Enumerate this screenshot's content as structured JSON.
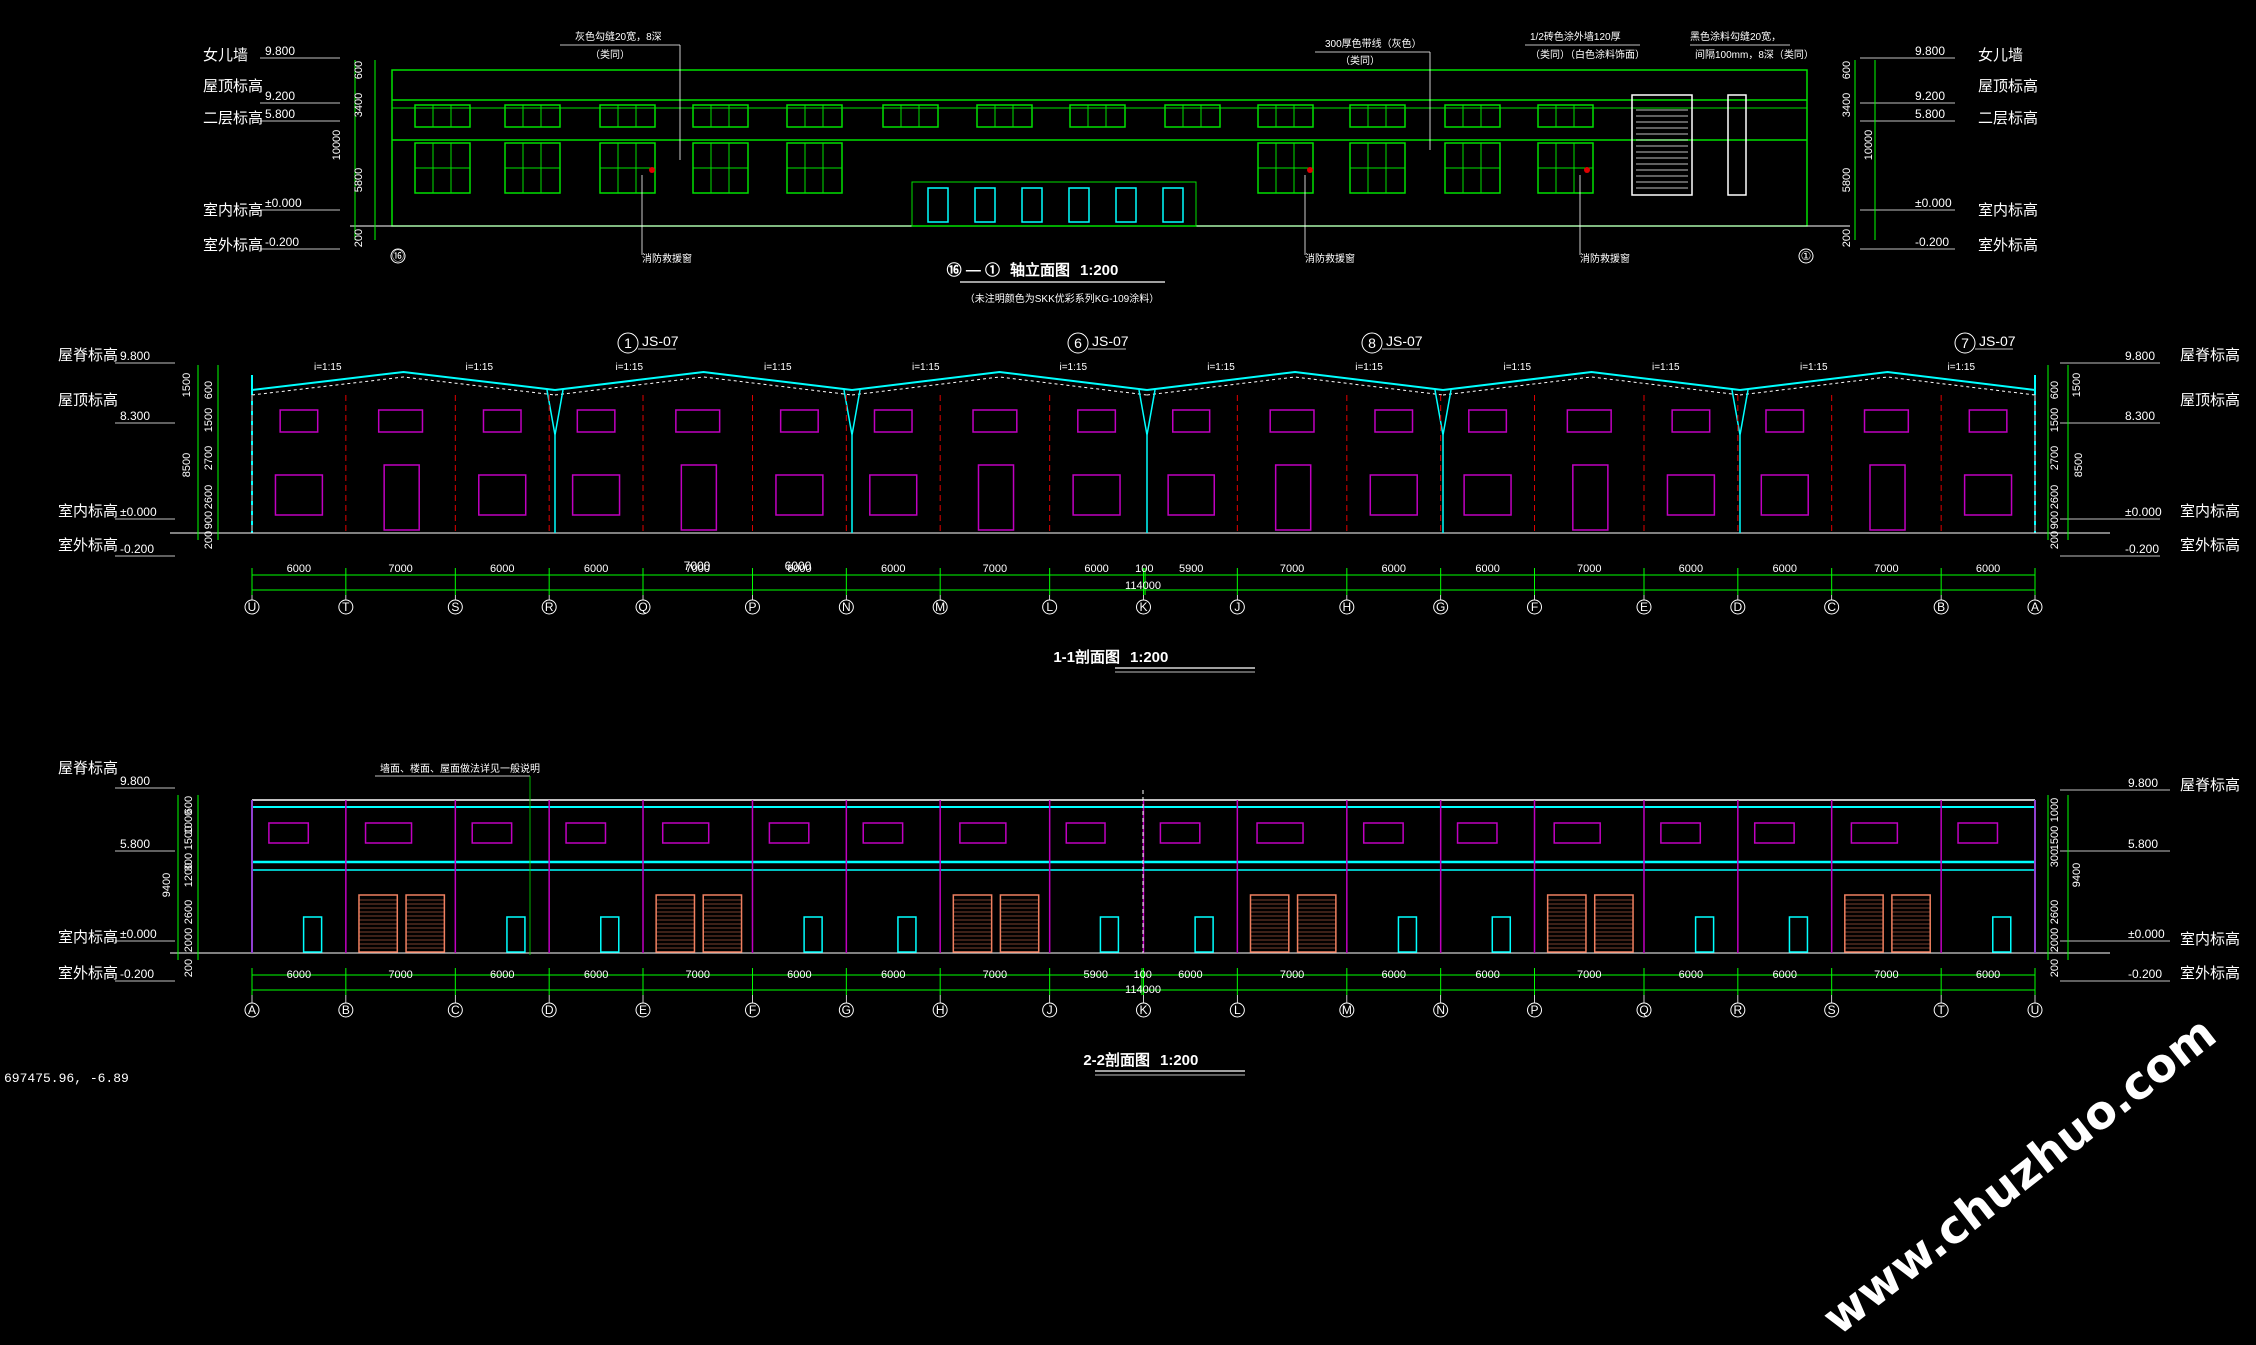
{
  "colors": {
    "background": "#000000",
    "facade": "#00e000",
    "structure": "#00ffff",
    "opening": "#c000c0",
    "axis_line": "#e00000",
    "door": "#f08060",
    "dimension": "#00ff00",
    "text": "#ffffff",
    "leader": "#ffff00"
  },
  "elevation": {
    "left_labels": [
      "女儿墙",
      "屋顶标高",
      "二层标高",
      "室内标高",
      "室外标高"
    ],
    "right_labels": [
      "女儿墙",
      "屋顶标高",
      "二层标高",
      "室内标高",
      "室外标高"
    ],
    "left_values": [
      "9.800",
      "9.200",
      "5.800",
      "±0.000",
      "-0.200"
    ],
    "right_values": [
      "9.800",
      "9.200",
      "5.800",
      "±0.000",
      "-0.200"
    ],
    "left_dims": [
      "600",
      "3400",
      "10000",
      "5800",
      "200"
    ],
    "right_dims": [
      "600",
      "3400",
      "10000",
      "5800",
      "200"
    ],
    "notes": [
      "灰色勾缝20宽，8深",
      "（类同）",
      "300厚色带线（灰色）",
      "（类同）",
      "1/2砖色涂外墙120厚",
      "（类同）（白色涂料饰面）",
      "黑色涂料勾缝20宽，",
      "间隔100mm，8深（类同）"
    ],
    "callouts": [
      "消防救援窗",
      "消防救援窗",
      "消防救援窗"
    ],
    "axis_start": "⑯",
    "axis_end": "①",
    "title_axes": "⑯ — ①",
    "title": "轴立面图",
    "scale": "1:200",
    "subtitle": "（未注明颜色为SKK优彩系列KG-109涂料）"
  },
  "section1": {
    "left_labels": [
      "屋脊标高",
      "屋顶标高",
      "室内标高",
      "室外标高"
    ],
    "right_labels": [
      "屋脊标高",
      "屋顶标高",
      "室内标高",
      "室外标高"
    ],
    "left_values": [
      "9.800",
      "8.300",
      "±0.000",
      "-0.200"
    ],
    "right_values": [
      "9.800",
      "8.300",
      "±0.000",
      "-0.200"
    ],
    "left_dims": [
      "1500",
      "600",
      "1500",
      "2700",
      "8500",
      "2600",
      "900",
      "200"
    ],
    "right_dims": [
      "1500",
      "600",
      "1500",
      "2700",
      "8500",
      "2600",
      "900",
      "200"
    ],
    "js_callouts": [
      {
        "num": "1",
        "ref": "JS-07"
      },
      {
        "num": "6",
        "ref": "JS-07"
      },
      {
        "num": "8",
        "ref": "JS-07"
      },
      {
        "num": "7",
        "ref": "JS-07"
      }
    ],
    "slope": "i=1:15",
    "bay_dims": [
      "6000",
      "7000",
      "6000",
      "6000",
      "7000",
      "6000",
      "6000",
      "7000",
      "6000",
      "100",
      "5900",
      "7000",
      "6000",
      "6000",
      "7000",
      "6000",
      "6000",
      "7000",
      "6000"
    ],
    "big_dims": [
      "7000",
      "6000"
    ],
    "total": "114000",
    "axes": [
      "U",
      "T",
      "S",
      "R",
      "Q",
      "P",
      "N",
      "M",
      "L",
      "K",
      "J",
      "H",
      "G",
      "F",
      "E",
      "D",
      "C",
      "B",
      "A"
    ],
    "title": "1-1剖面图",
    "scale": "1:200"
  },
  "section2": {
    "left_labels": [
      "屋脊标高",
      "室内标高",
      "室外标高"
    ],
    "right_labels": [
      "屋脊标高",
      "室内标高",
      "室外标高"
    ],
    "left_values": [
      "9.800",
      "5.800",
      "±0.000",
      "-0.200"
    ],
    "right_values": [
      "9.800",
      "5.800",
      "±0.000",
      "-0.200"
    ],
    "left_dims": [
      "600",
      "1000",
      "1500",
      "300",
      "1200",
      "9400",
      "2600",
      "2000",
      "200"
    ],
    "right_dims": [
      "1000",
      "1500",
      "300",
      "9400",
      "2600",
      "2000",
      "200"
    ],
    "note": "墙面、楼面、屋面做法详见一般说明",
    "bay_dims": [
      "6000",
      "7000",
      "6000",
      "6000",
      "7000",
      "6000",
      "6000",
      "7000",
      "5900",
      "100",
      "6000",
      "7000",
      "6000",
      "6000",
      "7000",
      "6000",
      "6000",
      "7000",
      "6000"
    ],
    "total": "114000",
    "axes": [
      "A",
      "B",
      "C",
      "D",
      "E",
      "F",
      "G",
      "H",
      "J",
      "K",
      "L",
      "M",
      "N",
      "P",
      "Q",
      "R",
      "S",
      "T",
      "U"
    ],
    "title": "2-2剖面图",
    "scale": "1:200"
  },
  "status_bar": {
    "coords": "697475.96, -6.89"
  },
  "watermark": "www.chuzhuo.com"
}
